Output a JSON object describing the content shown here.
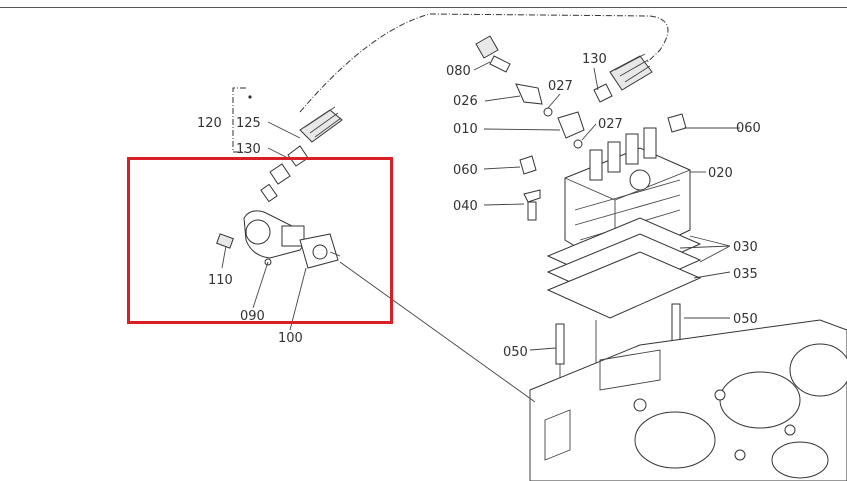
{
  "labels": {
    "l080": "080",
    "l026": "026",
    "l027a": "027",
    "l130a": "130",
    "l010": "010",
    "l027b": "027",
    "l060a": "060",
    "l060b": "060",
    "l020": "020",
    "l040": "040",
    "l030": "030",
    "l035": "035",
    "l050a": "050",
    "l050b": "050",
    "l120": "120",
    "l125": "125",
    "l130b": "130",
    "l110": "110",
    "l090": "090",
    "l100": "100"
  },
  "colors": {
    "highlight": "#d91f26",
    "line": "#444444"
  }
}
